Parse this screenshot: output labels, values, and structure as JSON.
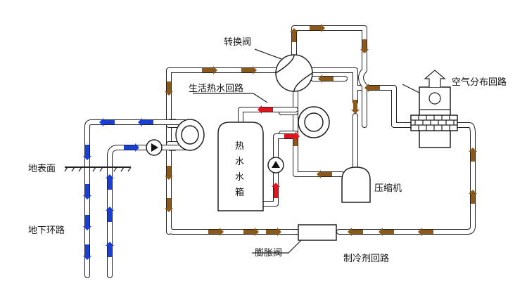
{
  "labels": {
    "valve_switch": "转换阀",
    "hot_water_loop": "生活热水回路",
    "air_distribution_loop": "空气分布回路",
    "ground_surface": "地表面",
    "underground_loop": "地下环路",
    "compressor": "压缩机",
    "expansion_valve": "膨胀阀",
    "refrigerant_loop": "制冷剂回路",
    "tank_chars": [
      "热",
      "水",
      "水",
      "箱"
    ]
  },
  "colors": {
    "pipe_outline": "#222222",
    "refrigerant_arrow": "#8b5a1a",
    "ground_loop_arrow": "#1a3fd6",
    "hot_water_arrow": "#e0141c"
  },
  "icons": [
    "pump-icon",
    "heat-exchanger-coil-icon",
    "finned-coil-icon",
    "fan-arrow-icon"
  ]
}
